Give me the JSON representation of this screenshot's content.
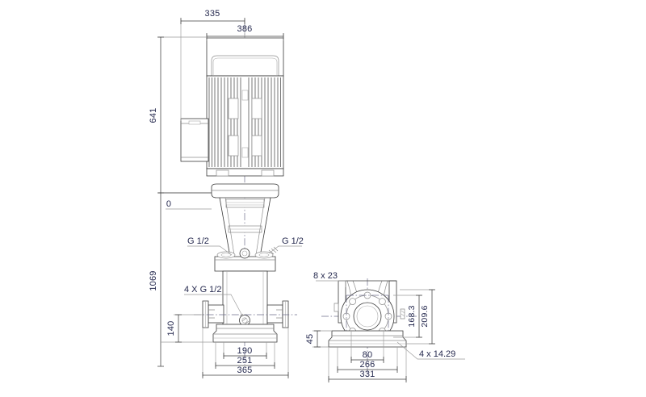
{
  "drawing": {
    "type": "engineering-dimension-drawing",
    "subject": "vertical multistage centrifugal pump",
    "views": [
      "front elevation",
      "side elevation"
    ],
    "units": "mm"
  },
  "front_view": {
    "dimensions": {
      "top_offset": "335",
      "motor_width": "386",
      "motor_height": "641",
      "datum": "0",
      "total_height": "1069",
      "flange_height": "140",
      "base_inner": "190",
      "base_bolt_span": "251",
      "overall_width": "365"
    },
    "callouts": {
      "port_left": "G 1/2",
      "port_right": "G 1/2",
      "drain_ports": "4 X G 1/2"
    }
  },
  "side_view": {
    "dimensions": {
      "slot_callout": "8 x 23",
      "flange_pcd": "168.3",
      "flange_od": "209.6",
      "base_height": "45",
      "bolt_spacing_inner": "80",
      "bolt_spacing_outer": "266",
      "base_width": "331",
      "hole_callout": "4 x 14.29"
    }
  },
  "style": {
    "line_color": "#3a3a3a",
    "text_color": "#262a4f",
    "centerline_color": "#6f6f8a",
    "background": "#ffffff"
  }
}
